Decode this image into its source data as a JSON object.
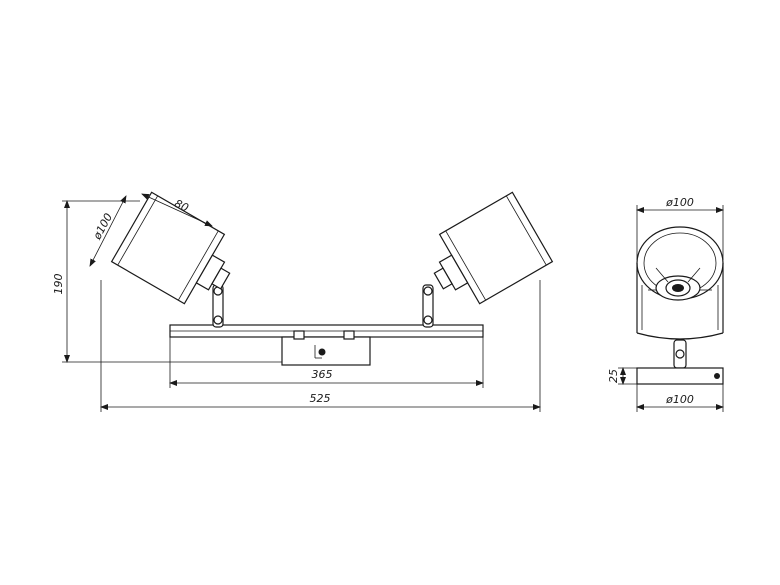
{
  "drawing": {
    "front_view": {
      "dim_total_width": "525",
      "dim_base_width": "365",
      "dim_height": "190",
      "dim_shade_diameter": "ø100",
      "dim_shade_depth": "80"
    },
    "side_view": {
      "dim_top_diameter": "ø100",
      "dim_bottom_diameter": "ø100",
      "dim_base_height": "25"
    }
  }
}
